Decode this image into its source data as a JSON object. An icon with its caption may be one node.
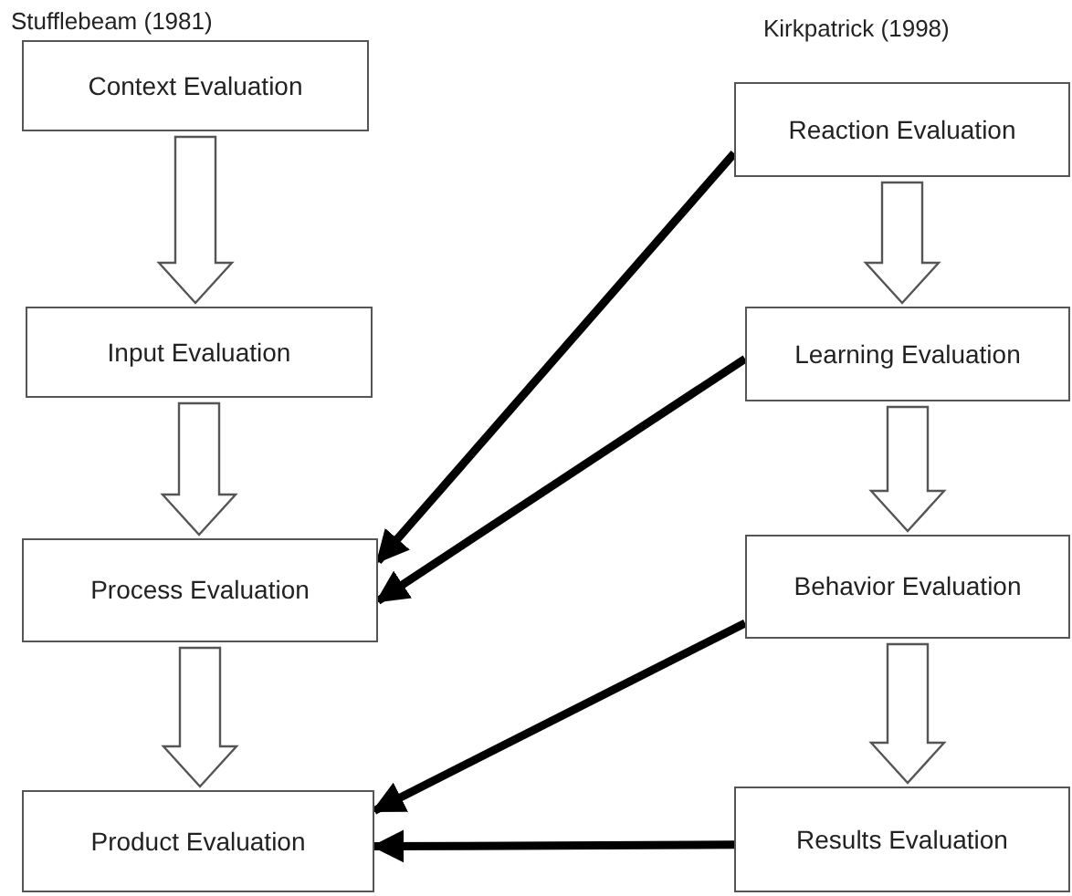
{
  "diagram": {
    "nodes": [
      {
        "text": [
          "Context Evaluation"
        ],
        "beside": [
          "Stufflebeam (1981)"
        ]
      },
      {
        "text": [
          "Input Evaluation"
        ]
      },
      {
        "text": [
          "Process Evaluation"
        ]
      },
      {
        "text": [
          "Product Evaluation"
        ]
      },
      {
        "text": [
          "Reaction Evaluation"
        ],
        "beside": [
          "Kirkpatrick (1998)"
        ]
      },
      {
        "text": [
          "Learning Evaluation"
        ]
      },
      {
        "text": [
          "Behavior Evaluation"
        ]
      },
      {
        "text": [
          "Results Evaluation"
        ]
      }
    ],
    "edges": [
      {
        "from": 0,
        "to": 1,
        "arrow": "to",
        "style": "thick"
      },
      {
        "from": 1,
        "to": 2,
        "arrow": "to",
        "style": "thick"
      },
      {
        "from": 2,
        "to": 3,
        "arrow": "to",
        "style": "thick"
      },
      {
        "from": 4,
        "to": 5,
        "arrow": "to",
        "style": "thick"
      },
      {
        "from": 5,
        "to": 6,
        "arrow": "to",
        "style": "thick"
      },
      {
        "from": 6,
        "to": 7,
        "arrow": "to",
        "style": "thick"
      },
      {
        "from": 4,
        "to": 2,
        "arrow": "to"
      },
      {
        "from": 5,
        "to": 2,
        "arrow": "to"
      },
      {
        "from": 6,
        "to": 3,
        "arrow": "to"
      },
      {
        "from": 7,
        "to": 3,
        "arrow": "to"
      }
    ]
  }
}
